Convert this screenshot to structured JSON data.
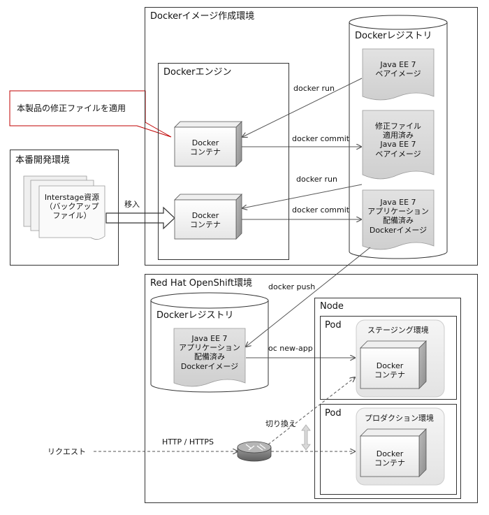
{
  "docker_build_env": {
    "title": "Dockerイメージ作成環境"
  },
  "docker_engine": {
    "title": "Dockerエンジン"
  },
  "registry_top": {
    "title": "Dockerレジストリ",
    "doc1": [
      "Java EE 7",
      "ベアイメージ"
    ],
    "doc2": [
      "修正ファイル",
      "適用済み",
      "Java EE 7",
      "ベアイメージ"
    ],
    "doc3": [
      "Java EE 7",
      "アプリケーション",
      "配備済み",
      "Dockerイメージ"
    ]
  },
  "callout": {
    "text": "本製品の修正ファイルを適用"
  },
  "prod_dev_env": {
    "title": "本番開発環境",
    "doc": [
      "Interstage資源",
      "（バックアップ",
      "ファイル）"
    ]
  },
  "migrate_label": "移入",
  "container_top": [
    "Docker",
    "コンテナ"
  ],
  "container_mid": [
    "Docker",
    "コンテナ"
  ],
  "arrows": {
    "run1": "docker run",
    "commit1": "docker commit",
    "run2": "docker run",
    "commit2": "docker commit",
    "push": "docker push",
    "new_app": "oc new-app",
    "switch": "切り換え",
    "http": "HTTP / HTTPS",
    "request": "リクエスト"
  },
  "openshift": {
    "title": "Red Hat OpenShift環境"
  },
  "registry_bottom": {
    "title": "Dockerレジストリ",
    "doc": [
      "Java EE 7",
      "アプリケーション",
      "配備済み",
      "Dockerイメージ"
    ]
  },
  "node": {
    "title": "Node"
  },
  "pod1": {
    "title": "Pod",
    "env": "ステージング環境",
    "container": [
      "Docker",
      "コンテナ"
    ]
  },
  "pod2": {
    "title": "Pod",
    "env": "プロダクション環境",
    "container": [
      "Docker",
      "コンテナ"
    ]
  },
  "colors": {
    "doc_fill": "#d9d9d9",
    "callout_border": "#c00000",
    "arrow": "#555555"
  }
}
